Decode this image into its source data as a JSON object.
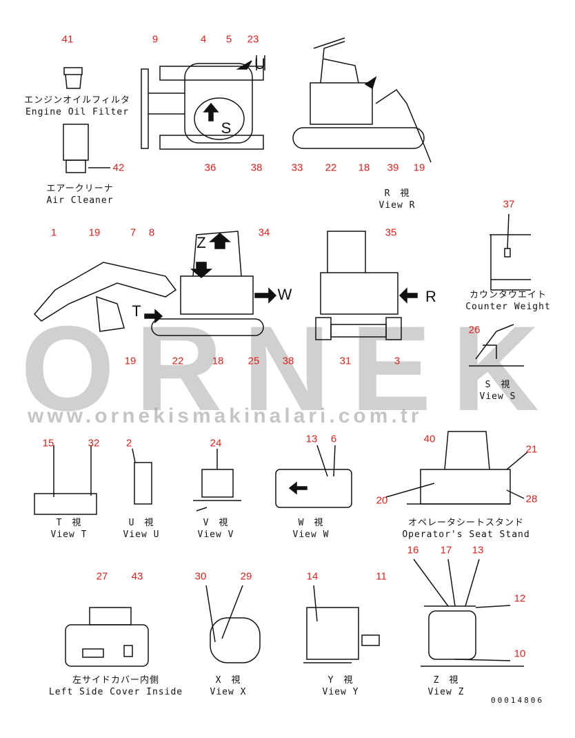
{
  "watermark": {
    "brand": "ORNEK",
    "url": "www.ornekismakinalari.com.tr"
  },
  "callouts": {
    "a41": "41",
    "a9": "9",
    "a4": "4",
    "a5": "5",
    "a23": "23",
    "a42": "42",
    "a36": "36",
    "a38": "38",
    "a33": "33",
    "a22": "22",
    "a18": "18",
    "a39": "39",
    "a19": "19",
    "a37": "37",
    "b1": "1",
    "b19": "19",
    "b7": "7",
    "b8": "8",
    "b34": "34",
    "b35": "35",
    "b26": "26",
    "b19b": "19",
    "b22": "22",
    "b18": "18",
    "b25": "25",
    "b38": "38",
    "b31": "31",
    "b3": "3",
    "c15": "15",
    "c32": "32",
    "c2": "2",
    "c24": "24",
    "c13": "13",
    "c6": "6",
    "c40": "40",
    "c21": "21",
    "c20": "20",
    "c28": "28",
    "d16": "16",
    "d17": "17",
    "d13": "13",
    "d27": "27",
    "d43": "43",
    "d30": "30",
    "d29": "29",
    "d14": "14",
    "d11": "11",
    "d12": "12",
    "d10": "10"
  },
  "view_letters": {
    "u": "U",
    "s": "S",
    "z": "Z",
    "w": "W",
    "r": "R",
    "t": "T"
  },
  "captions": {
    "engine_oil_filter": {
      "jp": "エンジンオイルフィルタ",
      "en": "Engine Oil Filter"
    },
    "air_cleaner": {
      "jp": "エアークリーナ",
      "en": "Air Cleaner"
    },
    "view_r": {
      "jp": "R　視",
      "en": "View R"
    },
    "counter_weight": {
      "jp": "カウンタウエイト",
      "en": "Counter Weight"
    },
    "view_s": {
      "jp": "S　視",
      "en": "View S"
    },
    "view_t": {
      "jp": "T　視",
      "en": "View T"
    },
    "view_u": {
      "jp": "U　視",
      "en": "View U"
    },
    "view_v": {
      "jp": "V　視",
      "en": "View V"
    },
    "view_w": {
      "jp": "W　視",
      "en": "View W"
    },
    "seat_stand": {
      "jp": "オペレータシートスタンド",
      "en": "Operator's Seat Stand"
    },
    "left_side_cover": {
      "jp": "左サイドカバー内側",
      "en": "Left Side Cover Inside"
    },
    "view_x": {
      "jp": "X　視",
      "en": "View X"
    },
    "view_y": {
      "jp": "Y　視",
      "en": "View Y"
    },
    "view_z": {
      "jp": "Z　視",
      "en": "View Z"
    }
  },
  "drawing_code": "00014806"
}
